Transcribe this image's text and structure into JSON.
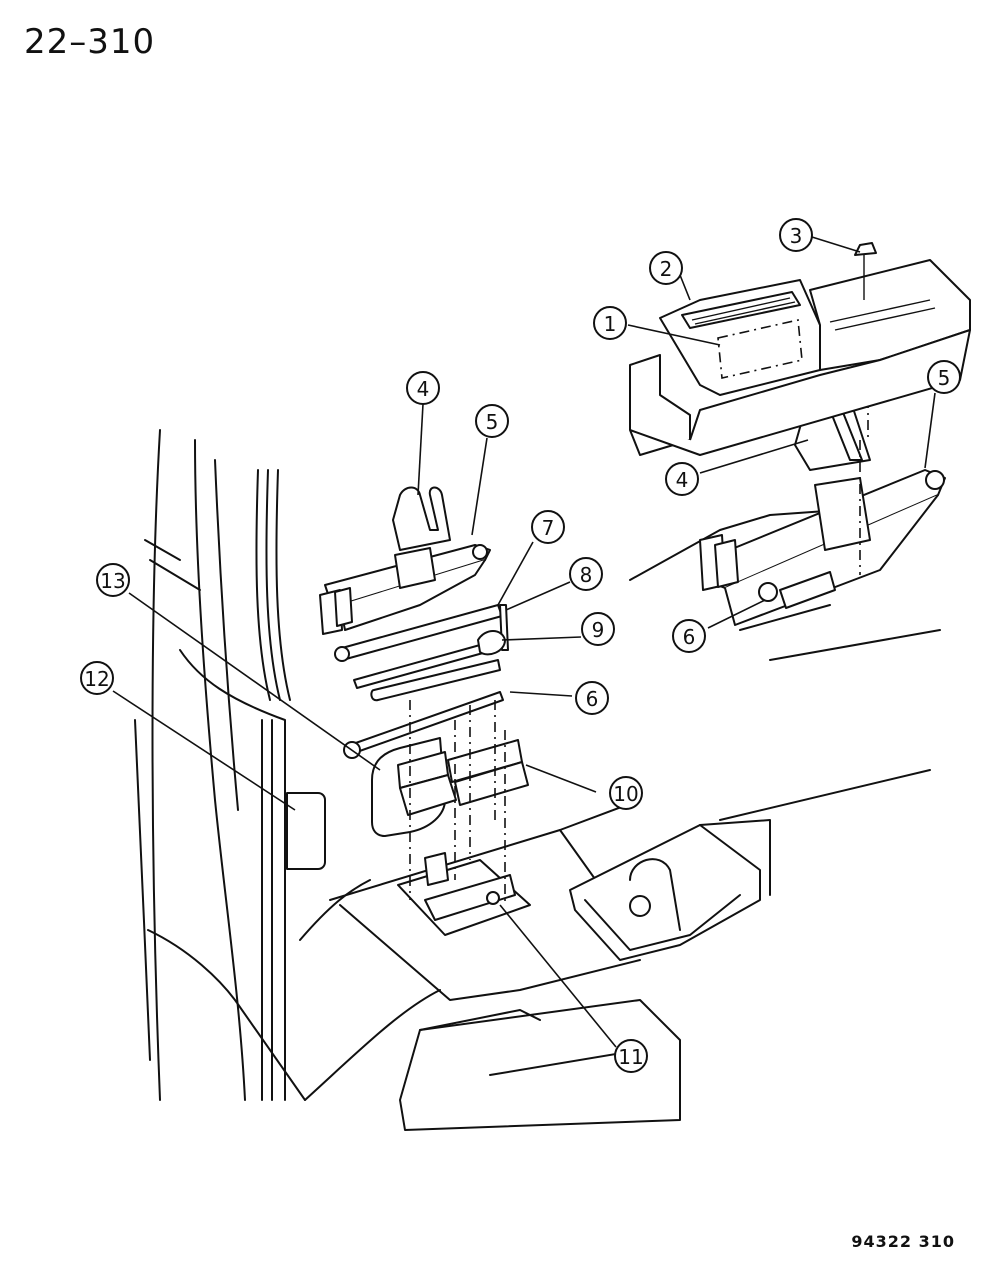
{
  "header": {
    "page_number": "22–310"
  },
  "footer": {
    "diagram_code": "94322 310"
  },
  "callouts": [
    {
      "id": "c1",
      "label": "1"
    },
    {
      "id": "c2",
      "label": "2"
    },
    {
      "id": "c3",
      "label": "3"
    },
    {
      "id": "c4a",
      "label": "4"
    },
    {
      "id": "c4b",
      "label": "4"
    },
    {
      "id": "c5a",
      "label": "5"
    },
    {
      "id": "c5b",
      "label": "5"
    },
    {
      "id": "c6a",
      "label": "6"
    },
    {
      "id": "c6b",
      "label": "6"
    },
    {
      "id": "c7",
      "label": "7"
    },
    {
      "id": "c8",
      "label": "8"
    },
    {
      "id": "c9",
      "label": "9"
    },
    {
      "id": "c10",
      "label": "10"
    },
    {
      "id": "c11",
      "label": "11"
    },
    {
      "id": "c12",
      "label": "12"
    },
    {
      "id": "c13",
      "label": "13"
    }
  ]
}
